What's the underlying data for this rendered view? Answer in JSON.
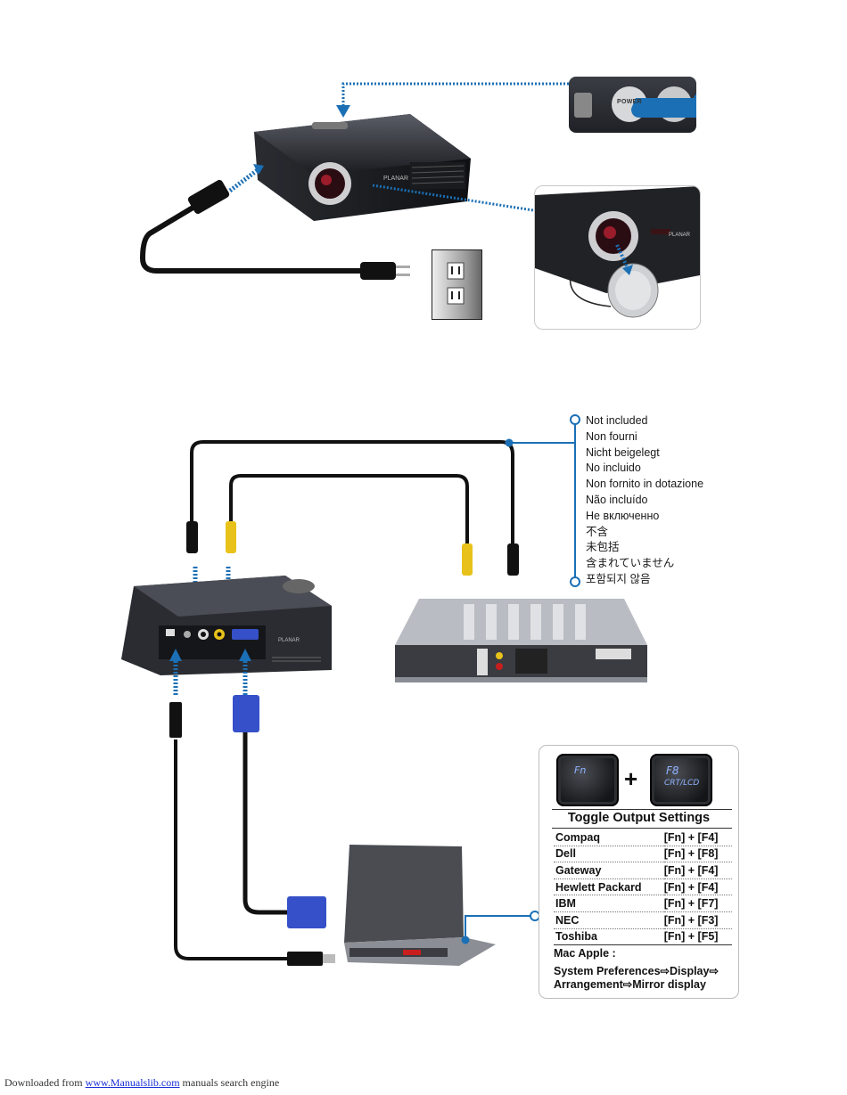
{
  "power_button": {
    "label": "POWER"
  },
  "projector_brand": "PLANAR",
  "not_included": {
    "items": [
      "Not included",
      "Non fourni",
      "Nicht beigelegt",
      "No incluido",
      "Non fornito in dotazione",
      "Não incluído",
      "Не включенно",
      "不含",
      "未包括",
      "含まれていません",
      "포함되지 않음"
    ]
  },
  "toggle": {
    "key_fn": "Fn",
    "key_f8_top": "F8",
    "key_f8_bottom": "CRT/LCD",
    "plus": "+",
    "title": "Toggle Output Settings",
    "brands": [
      {
        "name": "Compaq",
        "keys": "[Fn] + [F4]"
      },
      {
        "name": "Dell",
        "keys": "[Fn] + [F8]"
      },
      {
        "name": "Gateway",
        "keys": "[Fn] + [F4]"
      },
      {
        "name": "Hewlett Packard",
        "keys": "[Fn] + [F4]"
      },
      {
        "name": "IBM",
        "keys": "[Fn] + [F7]"
      },
      {
        "name": "NEC",
        "keys": "[Fn] + [F3]"
      },
      {
        "name": "Toshiba",
        "keys": "[Fn] + [F5]"
      }
    ],
    "mac_title": "Mac Apple :",
    "mac_path_line1": "System Preferences⇨Display⇨",
    "mac_path_line2": "Arrangement⇨Mirror display"
  },
  "footer": {
    "prefix": "Downloaded from ",
    "link": "www.Manualslib.com",
    "suffix": " manuals search engine"
  },
  "colors": {
    "accent_blue": "#1b6fb5",
    "cable": "#111111",
    "vga_blue": "#3550c8",
    "composite_yellow": "#e8c21a"
  }
}
